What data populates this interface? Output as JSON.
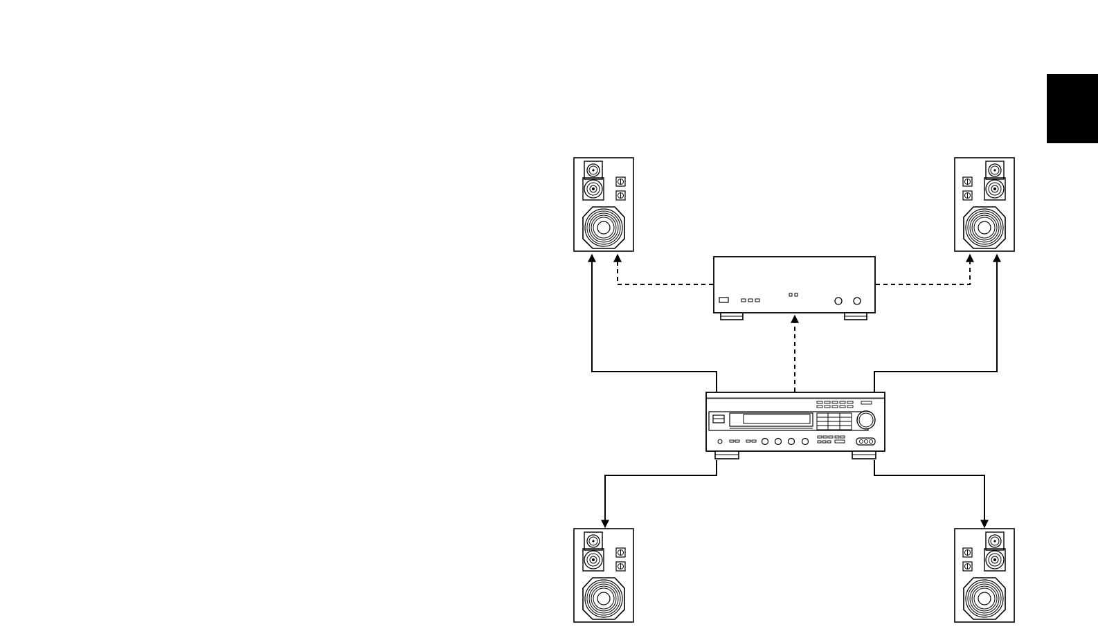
{
  "page": {
    "background": "#ffffff",
    "ink": "#000000"
  },
  "tab": {
    "color": "#000000"
  },
  "components": {
    "main_front_left_speaker": {
      "icon": "bookshelf-speaker-icon"
    },
    "main_front_right_speaker": {
      "icon": "bookshelf-speaker-icon"
    },
    "rear_left_speaker": {
      "icon": "bookshelf-speaker-icon"
    },
    "rear_right_speaker": {
      "icon": "bookshelf-speaker-icon"
    },
    "external_amplifier": {
      "icon": "stereo-amplifier-icon"
    },
    "receiver": {
      "icon": "av-receiver-icon"
    }
  },
  "connections": [
    {
      "from": "receiver",
      "to": "main_front_left_speaker",
      "style": "solid"
    },
    {
      "from": "receiver",
      "to": "main_front_right_speaker",
      "style": "solid"
    },
    {
      "from": "receiver",
      "to": "rear_left_speaker",
      "style": "solid"
    },
    {
      "from": "receiver",
      "to": "rear_right_speaker",
      "style": "solid"
    },
    {
      "from": "receiver",
      "to": "external_amplifier",
      "style": "dashed"
    },
    {
      "from": "external_amplifier",
      "to": "main_front_left_speaker",
      "style": "dashed"
    },
    {
      "from": "external_amplifier",
      "to": "main_front_right_speaker",
      "style": "dashed"
    }
  ]
}
